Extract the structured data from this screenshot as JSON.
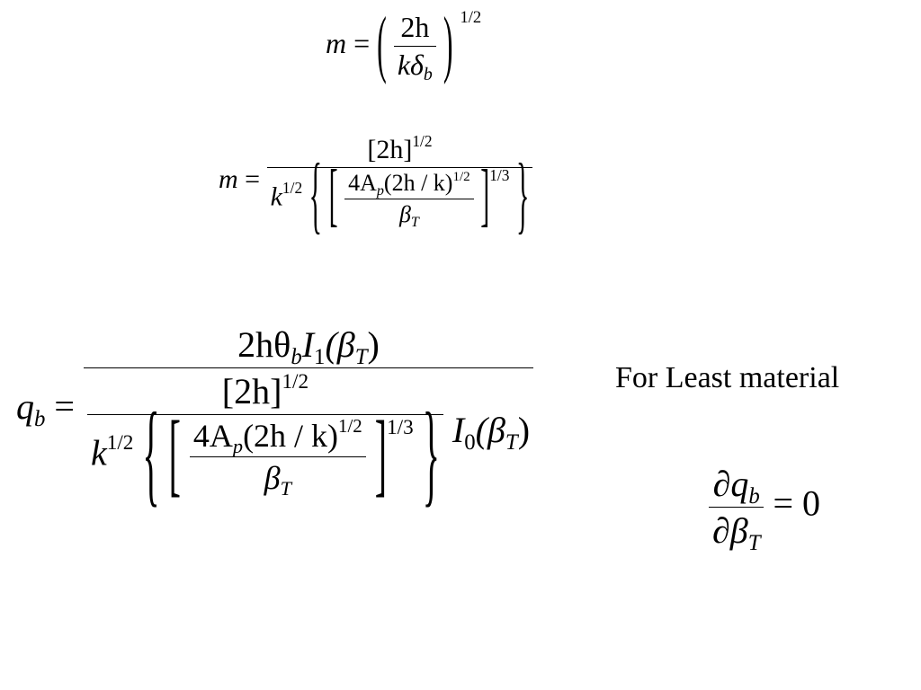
{
  "slide": {
    "background": "#ffffff",
    "note": "For Least material"
  },
  "eq1": {
    "lhs": "m",
    "equals": "=",
    "num": "2h",
    "den_k": "k",
    "den_delta": "δ",
    "den_delta_sub": "b",
    "exp": "1/2"
  },
  "eq2": {
    "lhs": "m",
    "equals": "=",
    "num_base": "[2h]",
    "num_exp": "1/2",
    "den_k": "k",
    "den_k_exp": "1/2",
    "inner_num_coef": "4A",
    "inner_num_sub": "p",
    "inner_num_paren": "(2h / k)",
    "inner_num_exp": "1/2",
    "inner_den_beta": "β",
    "inner_den_sub": "T",
    "bracket_exp": "1/3"
  },
  "eq3": {
    "lhs": "q",
    "lhs_sub": "b",
    "equals": "=",
    "num_a": "2hθ",
    "num_theta_sub": "b",
    "num_I": "I",
    "num_I_sub": "1",
    "num_arg": "(β",
    "num_arg_sub": "T",
    "num_close": ")",
    "den_base": "[2h]",
    "den_exp": "1/2",
    "den_k": "k",
    "den_k_exp": "1/2",
    "inner_num_coef": "4A",
    "inner_num_sub": "p",
    "inner_num_paren": "(2h / k)",
    "inner_num_exp": "1/2",
    "inner_den_beta": "β",
    "inner_den_sub": "T",
    "bracket_exp": "1/3",
    "tail_I": "I",
    "tail_I_sub": "0",
    "tail_arg": "(β",
    "tail_arg_sub": "T",
    "tail_close": ")"
  },
  "eq4": {
    "num_partial": "∂q",
    "num_sub": "b",
    "den_partial": "∂β",
    "den_sub": "T",
    "equals": "=",
    "rhs": "0"
  }
}
